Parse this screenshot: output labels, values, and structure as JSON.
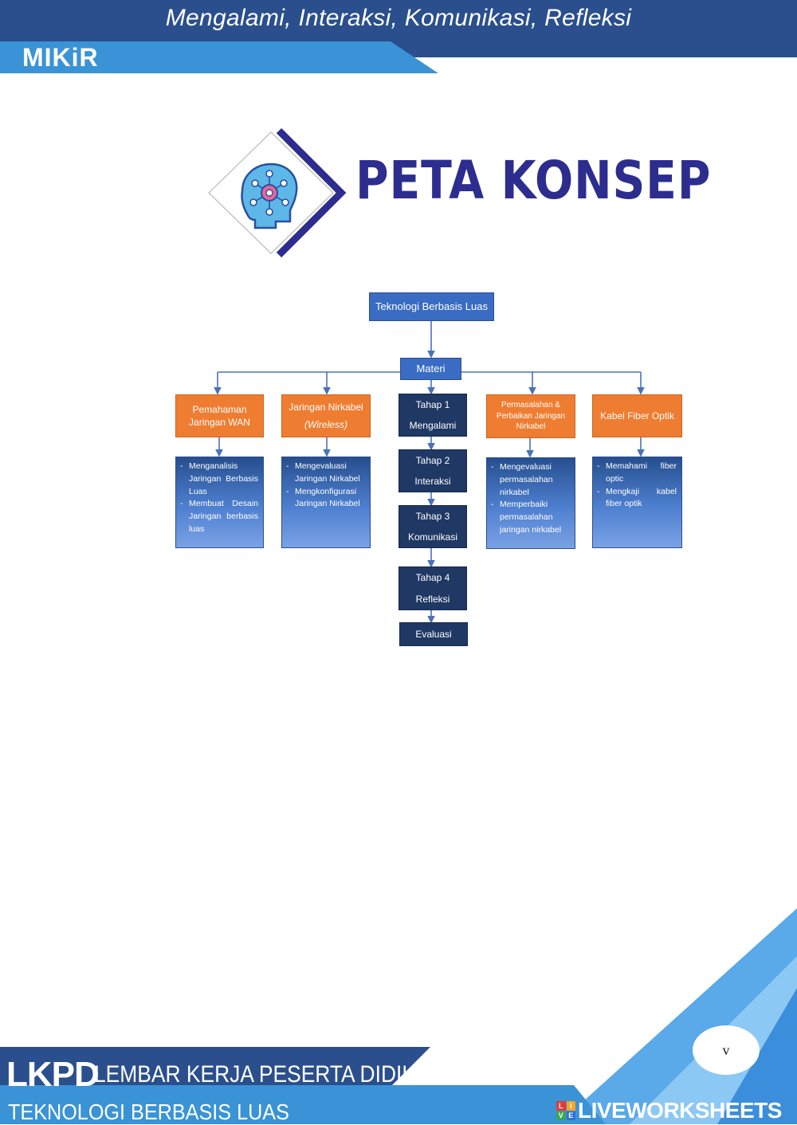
{
  "header": {
    "title": "Mengalami, Interaksi, Komunikasi, Refleksi",
    "brand": "MIKiR"
  },
  "logo": {
    "title": "PETA KONSEP",
    "icon": "brain-network-icon"
  },
  "concept_map": {
    "root": "Teknologi Berbasis Luas",
    "hub": "Materi",
    "topics": [
      {
        "line1": "Pemahaman",
        "line2": "Jaringan WAN",
        "details": [
          "Menganalisis Jaringan Berbasis Luas",
          "Membuat Desain Jaringan berbasis luas"
        ]
      },
      {
        "line1": "Jaringan Nirkabel",
        "line2": "(Wireless)",
        "details": [
          "Mengevaluasi Jaringan Nirkabel",
          "Mengkonfigurasi Jaringan Nirkabel"
        ]
      },
      {
        "line1": "Permasalahan &",
        "line2": "Perbaikan Jaringan",
        "line3": "Nirkabel",
        "details": [
          "Mengevaluasi permasalahan nirkabel",
          "Memperbaiki permasalahan jaringan nirkabel"
        ]
      },
      {
        "line1": "Kabel Fiber Optik",
        "details": [
          "Memahami fiber optic",
          "Mengkaji kabel fiber optik"
        ]
      }
    ],
    "stages": [
      {
        "step": "Tahap 1",
        "name": "Mengalami"
      },
      {
        "step": "Tahap 2",
        "name": "Interaksi"
      },
      {
        "step": "Tahap 3",
        "name": "Komunikasi"
      },
      {
        "step": "Tahap 4",
        "name": "Refleksi"
      }
    ],
    "final": "Evaluasi"
  },
  "footer": {
    "lkpd": "LKPD",
    "lembar": "LEMBAR KERJA PESERTA DIDIK",
    "subject": "TEKNOLOGI BERBASIS LUAS",
    "page": "v",
    "watermark": "LIVEWORKSHEETS",
    "watermark_icon_letters": [
      "L",
      "I",
      "V",
      "E"
    ]
  },
  "colors": {
    "header_blue": "#2a4f8c",
    "accent_blue": "#3a93d6",
    "map_blue": "#3a6cc3",
    "map_navy": "#1f3864",
    "map_orange": "#ef7d31",
    "title_indigo": "#2c2d8f"
  }
}
